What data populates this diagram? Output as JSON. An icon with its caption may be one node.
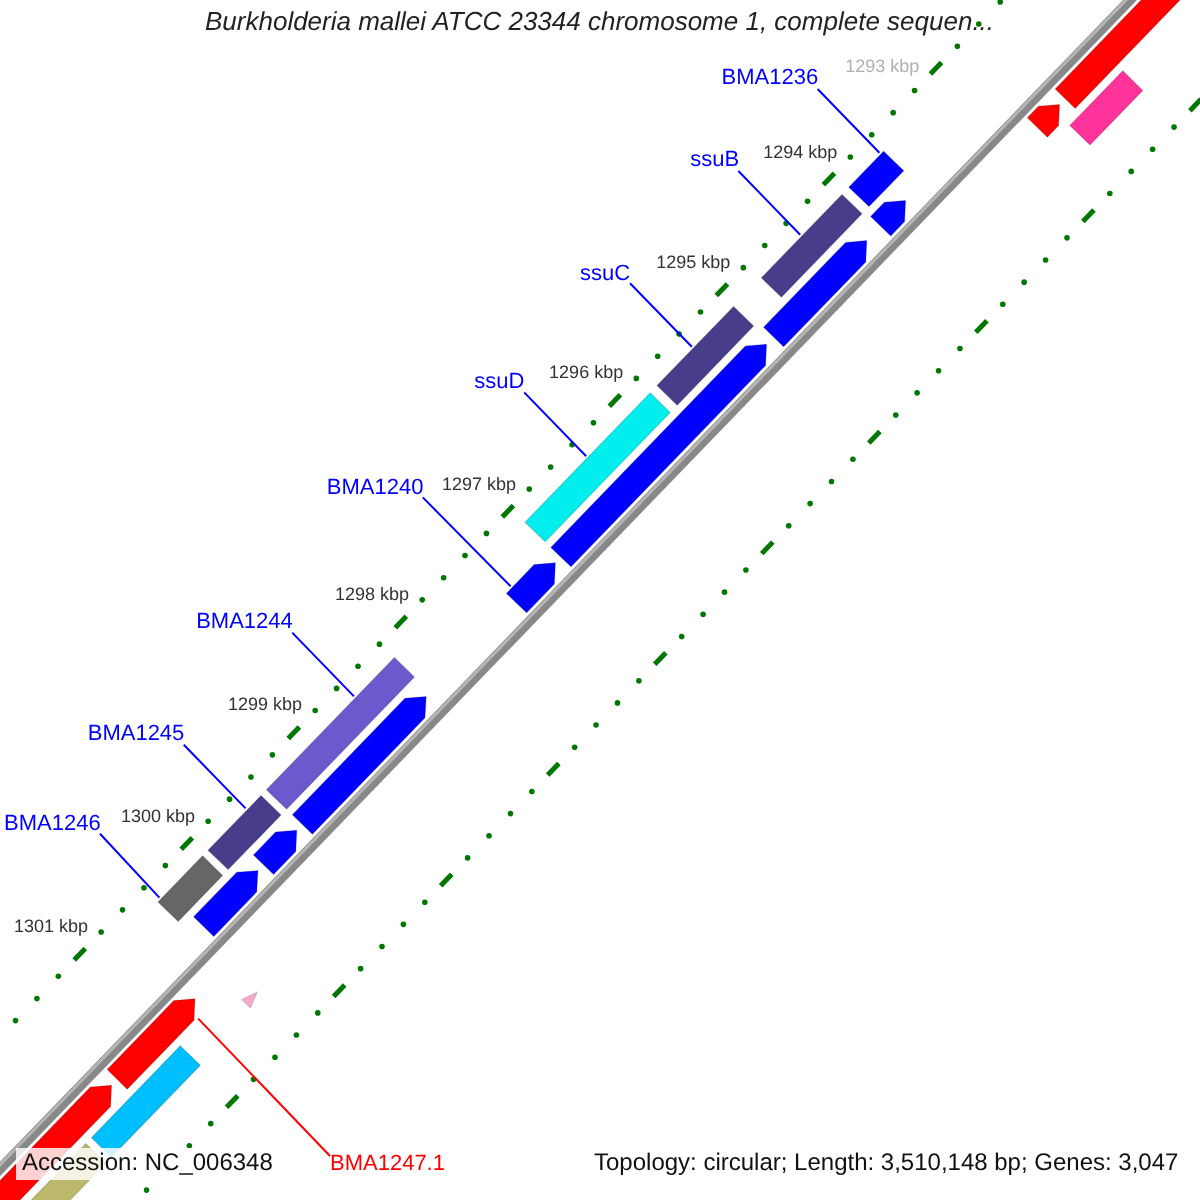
{
  "diagram": {
    "title": "Burkholderia mallei ATCC 23344 chromosome 1, complete sequen...",
    "nodes": [
      {
        "text": [
          "BMA1236"
        ]
      },
      {
        "text": [
          "ssuB"
        ]
      },
      {
        "text": [
          "ssuC"
        ]
      },
      {
        "text": [
          "ssuD"
        ]
      },
      {
        "text": [
          "BMA1240"
        ]
      },
      {
        "text": [
          "BMA1244"
        ]
      },
      {
        "text": [
          "BMA1245"
        ]
      },
      {
        "text": [
          "BMA1246"
        ]
      },
      {
        "text": [
          "BMA1247.1"
        ]
      },
      {
        "text": [],
        "shape": "bar"
      },
      {
        "text": [],
        "shape": "bar"
      },
      {
        "text": [],
        "shape": "bar"
      },
      {
        "text": [],
        "shape": "bar"
      },
      {
        "text": [],
        "shape": "bar"
      },
      {
        "text": [],
        "shape": "bar"
      },
      {
        "text": [],
        "shape": "bar"
      },
      {
        "text": [],
        "shape": "bar"
      },
      {
        "text": [],
        "shape": "bar"
      }
    ],
    "edges": [
      {
        "from": 0,
        "to": 9,
        "arrow": "none"
      },
      {
        "from": 1,
        "to": 10,
        "arrow": "none"
      },
      {
        "from": 2,
        "to": 11,
        "arrow": "none"
      },
      {
        "from": 3,
        "to": 12,
        "arrow": "none"
      },
      {
        "from": 4,
        "to": 13,
        "arrow": "none"
      },
      {
        "from": 5,
        "to": 14,
        "arrow": "none"
      },
      {
        "from": 6,
        "to": 15,
        "arrow": "none"
      },
      {
        "from": 7,
        "to": 16,
        "arrow": "none"
      },
      {
        "from": 8,
        "to": 17,
        "arrow": "none",
        "color": "#ff0000"
      }
    ],
    "labels": [
      "1293 kbp",
      "1294 kbp",
      "1295 kbp",
      "1296 kbp",
      "1297 kbp",
      "1298 kbp",
      "1299 kbp",
      "1300 kbp",
      "1301 kbp",
      "Accession: NC_006348",
      "Topology: circular; Length: 3,510,148 bp; Genes: 3,047"
    ]
  }
}
